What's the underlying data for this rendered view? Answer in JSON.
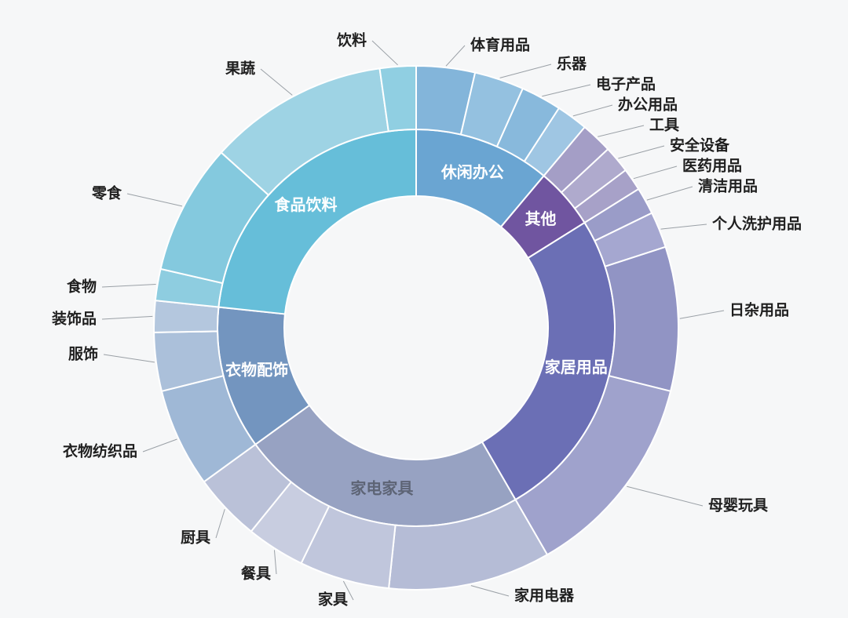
{
  "canvas": {
    "background": "#f6f7f8",
    "leader_line_color": "#9aa0a6",
    "outer_label_color": "#1f1f1f",
    "segment_stroke": "#ffffff"
  },
  "chart_data": {
    "type": "pie",
    "subtype": "nested-donut-sunburst",
    "title": "",
    "legend_position": "none",
    "unit": "degrees (share of 360, percent of whole)",
    "total_deg": 360,
    "categories": [
      {
        "label": "休闲办公",
        "value_deg": 40,
        "percent": 11.1,
        "color": "#6aa5d2",
        "label_color": "#ffffff",
        "children": [
          {
            "label": "体育用品",
            "value_deg": 13,
            "percent": 3.6,
            "color": "#83b5da"
          },
          {
            "label": "乐器",
            "value_deg": 11,
            "percent": 3.1,
            "color": "#94c1e0"
          },
          {
            "label": "电子产品",
            "value_deg": 9,
            "percent": 2.5,
            "color": "#88b9dc"
          },
          {
            "label": "办公用品",
            "value_deg": 7,
            "percent": 1.9,
            "color": "#9fc6e3"
          }
        ]
      },
      {
        "label": "其他",
        "value_deg": 18,
        "percent": 5.0,
        "color": "#7055a0",
        "label_color": "#ffffff",
        "children": [
          {
            "label": "工具",
            "value_deg": 7,
            "percent": 1.9,
            "color": "#a49ec6"
          },
          {
            "label": "安全设备",
            "value_deg": 6,
            "percent": 1.7,
            "color": "#afaacd"
          },
          {
            "label": "医药用品",
            "value_deg": 5,
            "percent": 1.4,
            "color": "#a7a1c8"
          }
        ]
      },
      {
        "label": "家居用品",
        "value_deg": 92,
        "percent": 25.6,
        "color": "#6b6fb5",
        "label_color": "#ffffff",
        "children": [
          {
            "label": "清洁用品",
            "value_deg": 6,
            "percent": 1.7,
            "color": "#9a9cc8"
          },
          {
            "label": "个人洗护用品",
            "value_deg": 8,
            "percent": 2.2,
            "color": "#a5a7d0"
          },
          {
            "label": "日杂用品",
            "value_deg": 32,
            "percent": 8.9,
            "color": "#9194c4"
          },
          {
            "label": "母婴玩具",
            "value_deg": 46,
            "percent": 12.8,
            "color": "#9fa2cc"
          }
        ]
      },
      {
        "label": "家电家具",
        "value_deg": 84,
        "percent": 23.3,
        "color": "#97a2c2",
        "label_color": "#5d6475",
        "children": [
          {
            "label": "家用电器",
            "value_deg": 36,
            "percent": 10.0,
            "color": "#b5bcd6"
          },
          {
            "label": "家具",
            "value_deg": 20,
            "percent": 5.6,
            "color": "#c0c6dc"
          },
          {
            "label": "餐具",
            "value_deg": 13,
            "percent": 3.6,
            "color": "#c8cde0"
          },
          {
            "label": "厨具",
            "value_deg": 15,
            "percent": 4.2,
            "color": "#bac1d8"
          }
        ]
      },
      {
        "label": "衣物配饰",
        "value_deg": 42,
        "percent": 11.7,
        "color": "#7395bf",
        "label_color": "#ffffff",
        "children": [
          {
            "label": "衣物纺织品",
            "value_deg": 22,
            "percent": 6.1,
            "color": "#9fb8d6"
          },
          {
            "label": "服饰",
            "value_deg": 13,
            "percent": 3.6,
            "color": "#abc0da"
          },
          {
            "label": "装饰品",
            "value_deg": 7,
            "percent": 1.9,
            "color": "#b4c7de"
          }
        ]
      },
      {
        "label": "食品饮料",
        "value_deg": 84,
        "percent": 23.3,
        "color": "#66bed9",
        "label_color": "#ffffff",
        "children": [
          {
            "label": "食物",
            "value_deg": 7,
            "percent": 1.9,
            "color": "#8ecde0"
          },
          {
            "label": "零食",
            "value_deg": 29,
            "percent": 8.1,
            "color": "#84c9de"
          },
          {
            "label": "果蔬",
            "value_deg": 40,
            "percent": 11.1,
            "color": "#9ed3e4"
          },
          {
            "label": "饮料",
            "value_deg": 8,
            "percent": 2.2,
            "color": "#90cfe2"
          }
        ]
      }
    ]
  }
}
